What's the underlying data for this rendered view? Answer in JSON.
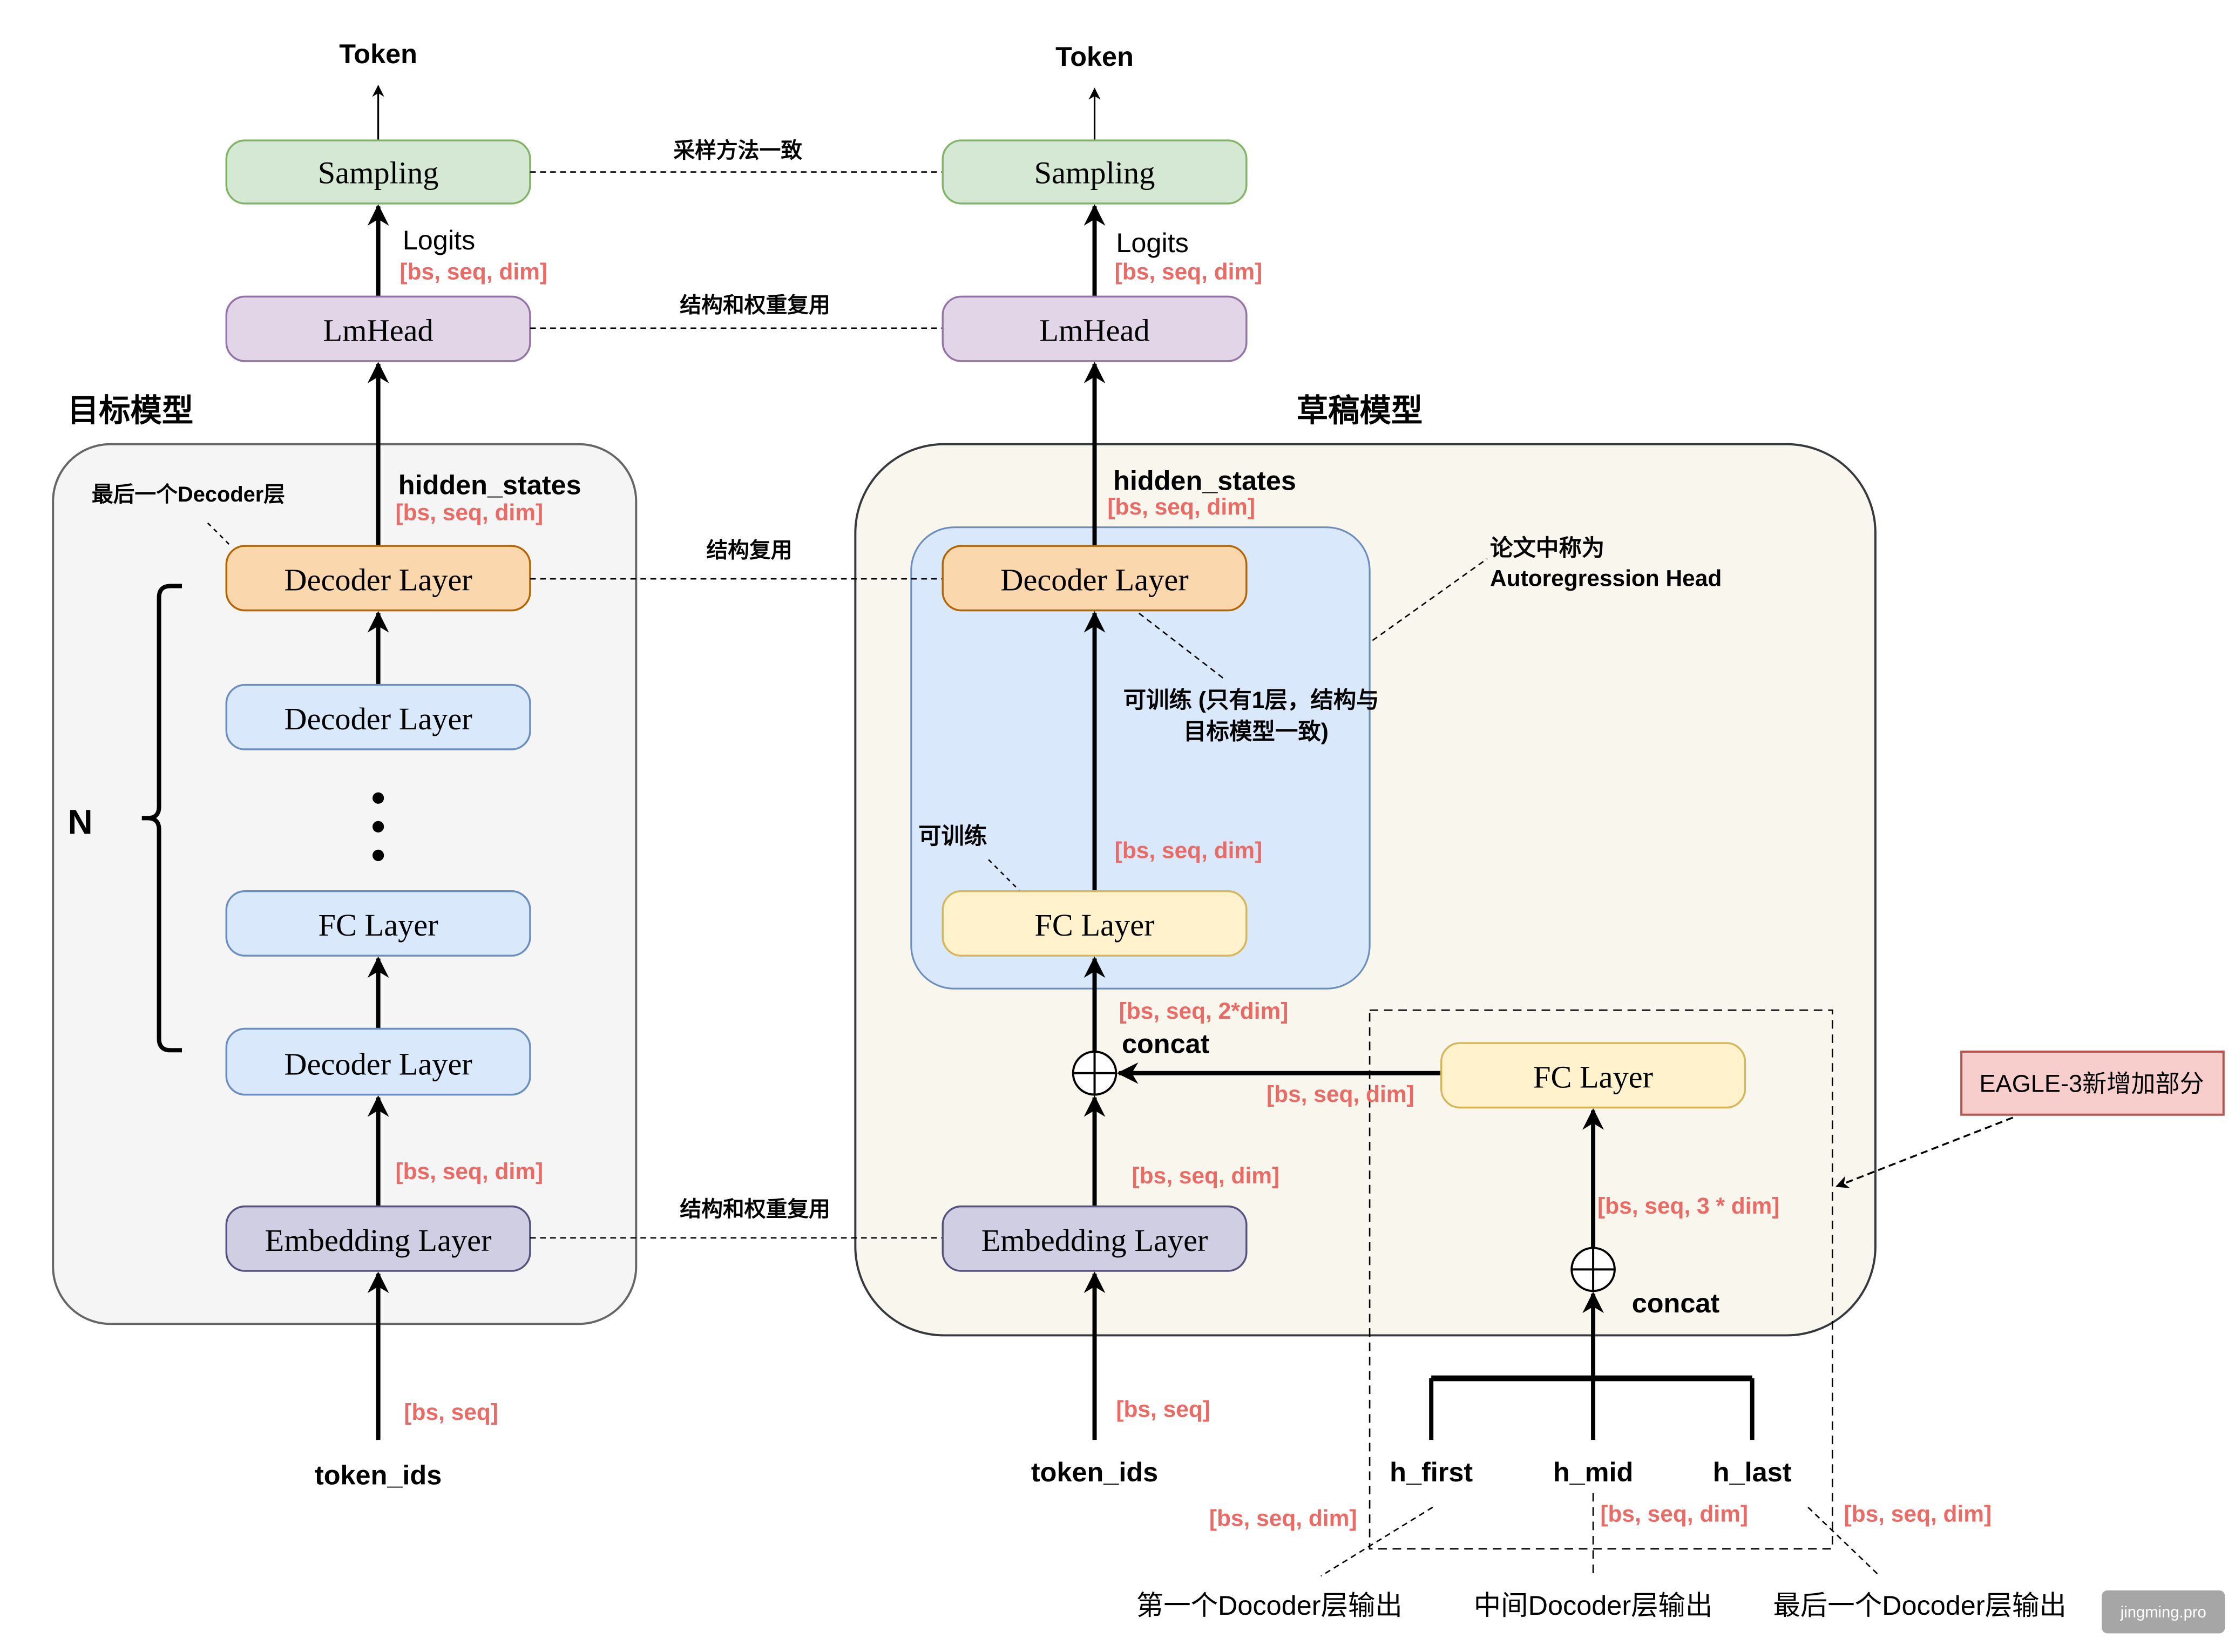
{
  "target_model": {
    "title": "目标模型",
    "output_label": "Token",
    "sampling": "Sampling",
    "logits_label": "Logits",
    "logits_shape": "[bs, seq, dim]",
    "lmhead": "LmHead",
    "hidden_states_label": "hidden_states",
    "hidden_states_shape": "[bs, seq, dim]",
    "last_decoder_note": "最后一个Decoder层",
    "layers": [
      "Decoder Layer",
      "Decoder Layer",
      "FC Layer",
      "Decoder Layer"
    ],
    "repeat_label": "N",
    "embedding_shape": "[bs, seq, dim]",
    "embedding": "Embedding Layer",
    "input_shape": "[bs, seq]",
    "input_label": "token_ids"
  },
  "connections": {
    "sampling": "采样方法一致",
    "lmhead": "结构和权重复用",
    "decoder": "结构复用",
    "embedding": "结构和权重复用"
  },
  "draft_model": {
    "title": "草稿模型",
    "output_label": "Token",
    "sampling": "Sampling",
    "logits_label": "Logits",
    "logits_shape": "[bs, seq, dim]",
    "lmhead": "LmHead",
    "hidden_states_label": "hidden_states",
    "hidden_states_shape": "[bs, seq, dim]",
    "decoder": "Decoder Layer",
    "autoregression_note_line1": "论文中称为",
    "autoregression_note_line2": "Autoregression Head",
    "decoder_note_line1": "可训练 (只有1层，结构与",
    "decoder_note_line2": "目标模型一致)",
    "fc_note": "可训练",
    "fc_out_shape": "[bs, seq, dim]",
    "fc": "FC Layer",
    "concat_out_shape": "[bs, seq, 2*dim]",
    "concat_label": "concat",
    "fc_side_shape": "[bs, seq, dim]",
    "embedding_out_shape": "[bs, seq, dim]",
    "embedding": "Embedding Layer",
    "input_shape": "[bs, seq]",
    "input_label": "token_ids"
  },
  "eagle3": {
    "fc": "FC Layer",
    "concat_out_shape": "[bs, seq, 3 * dim]",
    "concat_label": "concat",
    "inputs": [
      {
        "label": "h_first",
        "shape": "[bs, seq, dim]",
        "desc": "第一个Docoder层输出"
      },
      {
        "label": "h_mid",
        "shape": "[bs, seq, dim]",
        "desc": "中间Docoder层输出"
      },
      {
        "label": "h_last",
        "shape": "[bs, seq, dim]",
        "desc": "最后一个Docoder层输出"
      }
    ],
    "callout": "EAGLE-3新增加部分"
  },
  "watermark": "jingming.pro",
  "colors": {
    "sampling_fill": "#d5e8d4",
    "sampling_stroke": "#82b366",
    "lmhead_fill": "#e1d5e7",
    "lmhead_stroke": "#9673a6",
    "decoder_last_fill": "#fad7ac",
    "decoder_last_stroke": "#b46504",
    "layer_fill": "#dae8fc",
    "layer_stroke": "#6c8ebf",
    "embedding_fill": "#d0cee2",
    "embedding_stroke": "#56517e",
    "fc_draft_fill": "#fff2cc",
    "fc_draft_stroke": "#d6b656",
    "target_container": "#f5f5f5",
    "draft_container": "#f9f7ed",
    "callout_fill": "#f8cecc",
    "callout_stroke": "#b85450",
    "shape_text": "#ea6b66"
  }
}
